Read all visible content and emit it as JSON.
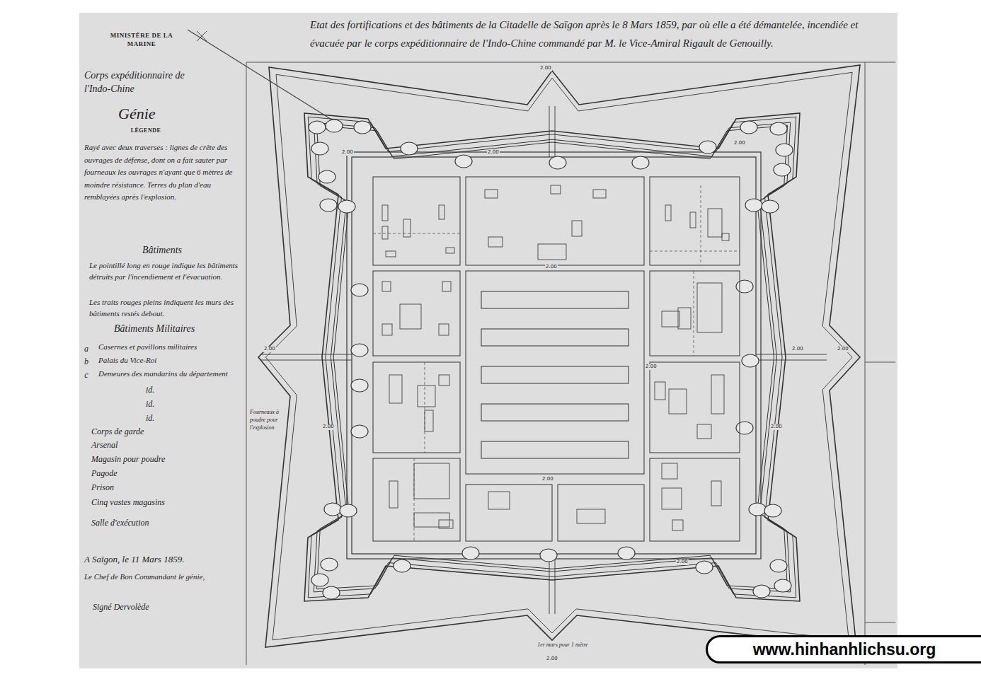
{
  "diagram": {
    "title": "Etat des fortifications et des bâtiments de la Citadelle de Saïgon après le 8 Mars 1859, par où elle a été démantelée, incendiée et évacuée par le corps expéditionnaire de l'Indo-Chine commandé par M. le Vice-Amiral Rigault de Genouilly.",
    "nodes": [
      {
        "text": [
          "www.hinhanhlichsu.org"
        ]
      }
    ],
    "labels": [
      "MINISTÈRE DE LA MARINE",
      "Corps expéditionnaire de l'Indo-Chine",
      "Génie",
      "LÉGENDE",
      "Rayé avec deux traverses : lignes de crête des ouvrages de défense, dont on a fait sauter par fourneaux les ouvrages n'ayant que 6 mètres de moindre résistance. Terres du plan d'eau remblayées après l'explosion.",
      "Bâtiments",
      "Le pointillé long en rouge indique les bâtiments détruits par l'incendiement et l'évacuation.",
      "Les traits rouges pleins indiquent les murs des bâtiments restés debout.",
      "Bâtiments Militaires",
      "a",
      "Casernes et pavillons militaires",
      "b",
      "Palais du Vice-Roi",
      "c",
      "Demeures des mandarins du département",
      "id.",
      "id.",
      "id.",
      "Corps de garde",
      "Arsenal",
      "Magasin pour poudre",
      "Pagode",
      "Prison",
      "Cinq vastes magasins",
      "Salle d'exécution",
      "A Saïgon, le 11 Mars 1859.",
      "Le Chef de Bon Commandant le génie,",
      "Signé Dervolède",
      "Fourneaux à poudre pour l'explosion",
      "1er mars pour 1 mètre",
      "2.00",
      "2.00",
      "2.00",
      "2.00",
      "2.00",
      "2.00",
      "2.00",
      "2.00",
      "2.00",
      "2.00",
      "2.00",
      "2.00",
      "2.00",
      "2.00"
    ]
  }
}
